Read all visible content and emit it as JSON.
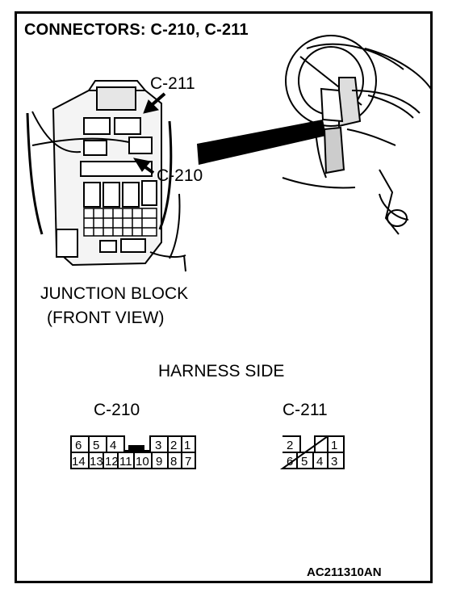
{
  "title": "CONNECTORS: C-210, C-211",
  "callouts": {
    "c211": "C-211",
    "c210": "C-210"
  },
  "junction_block": {
    "line1": "JUNCTION BLOCK",
    "line2": "(FRONT VIEW)"
  },
  "harness_side": "HARNESS SIDE",
  "connectors": {
    "c210": {
      "label": "C-210",
      "top_left": [
        "6",
        "5",
        "4"
      ],
      "top_right": [
        "3",
        "2",
        "1"
      ],
      "bottom": [
        "14",
        "13",
        "12",
        "11",
        "10",
        "9",
        "8",
        "7"
      ]
    },
    "c211": {
      "label": "C-211",
      "top": [
        "2",
        "1"
      ],
      "bottom": [
        "6",
        "5",
        "4",
        "3"
      ]
    }
  },
  "figure_code": "AC211310AN"
}
